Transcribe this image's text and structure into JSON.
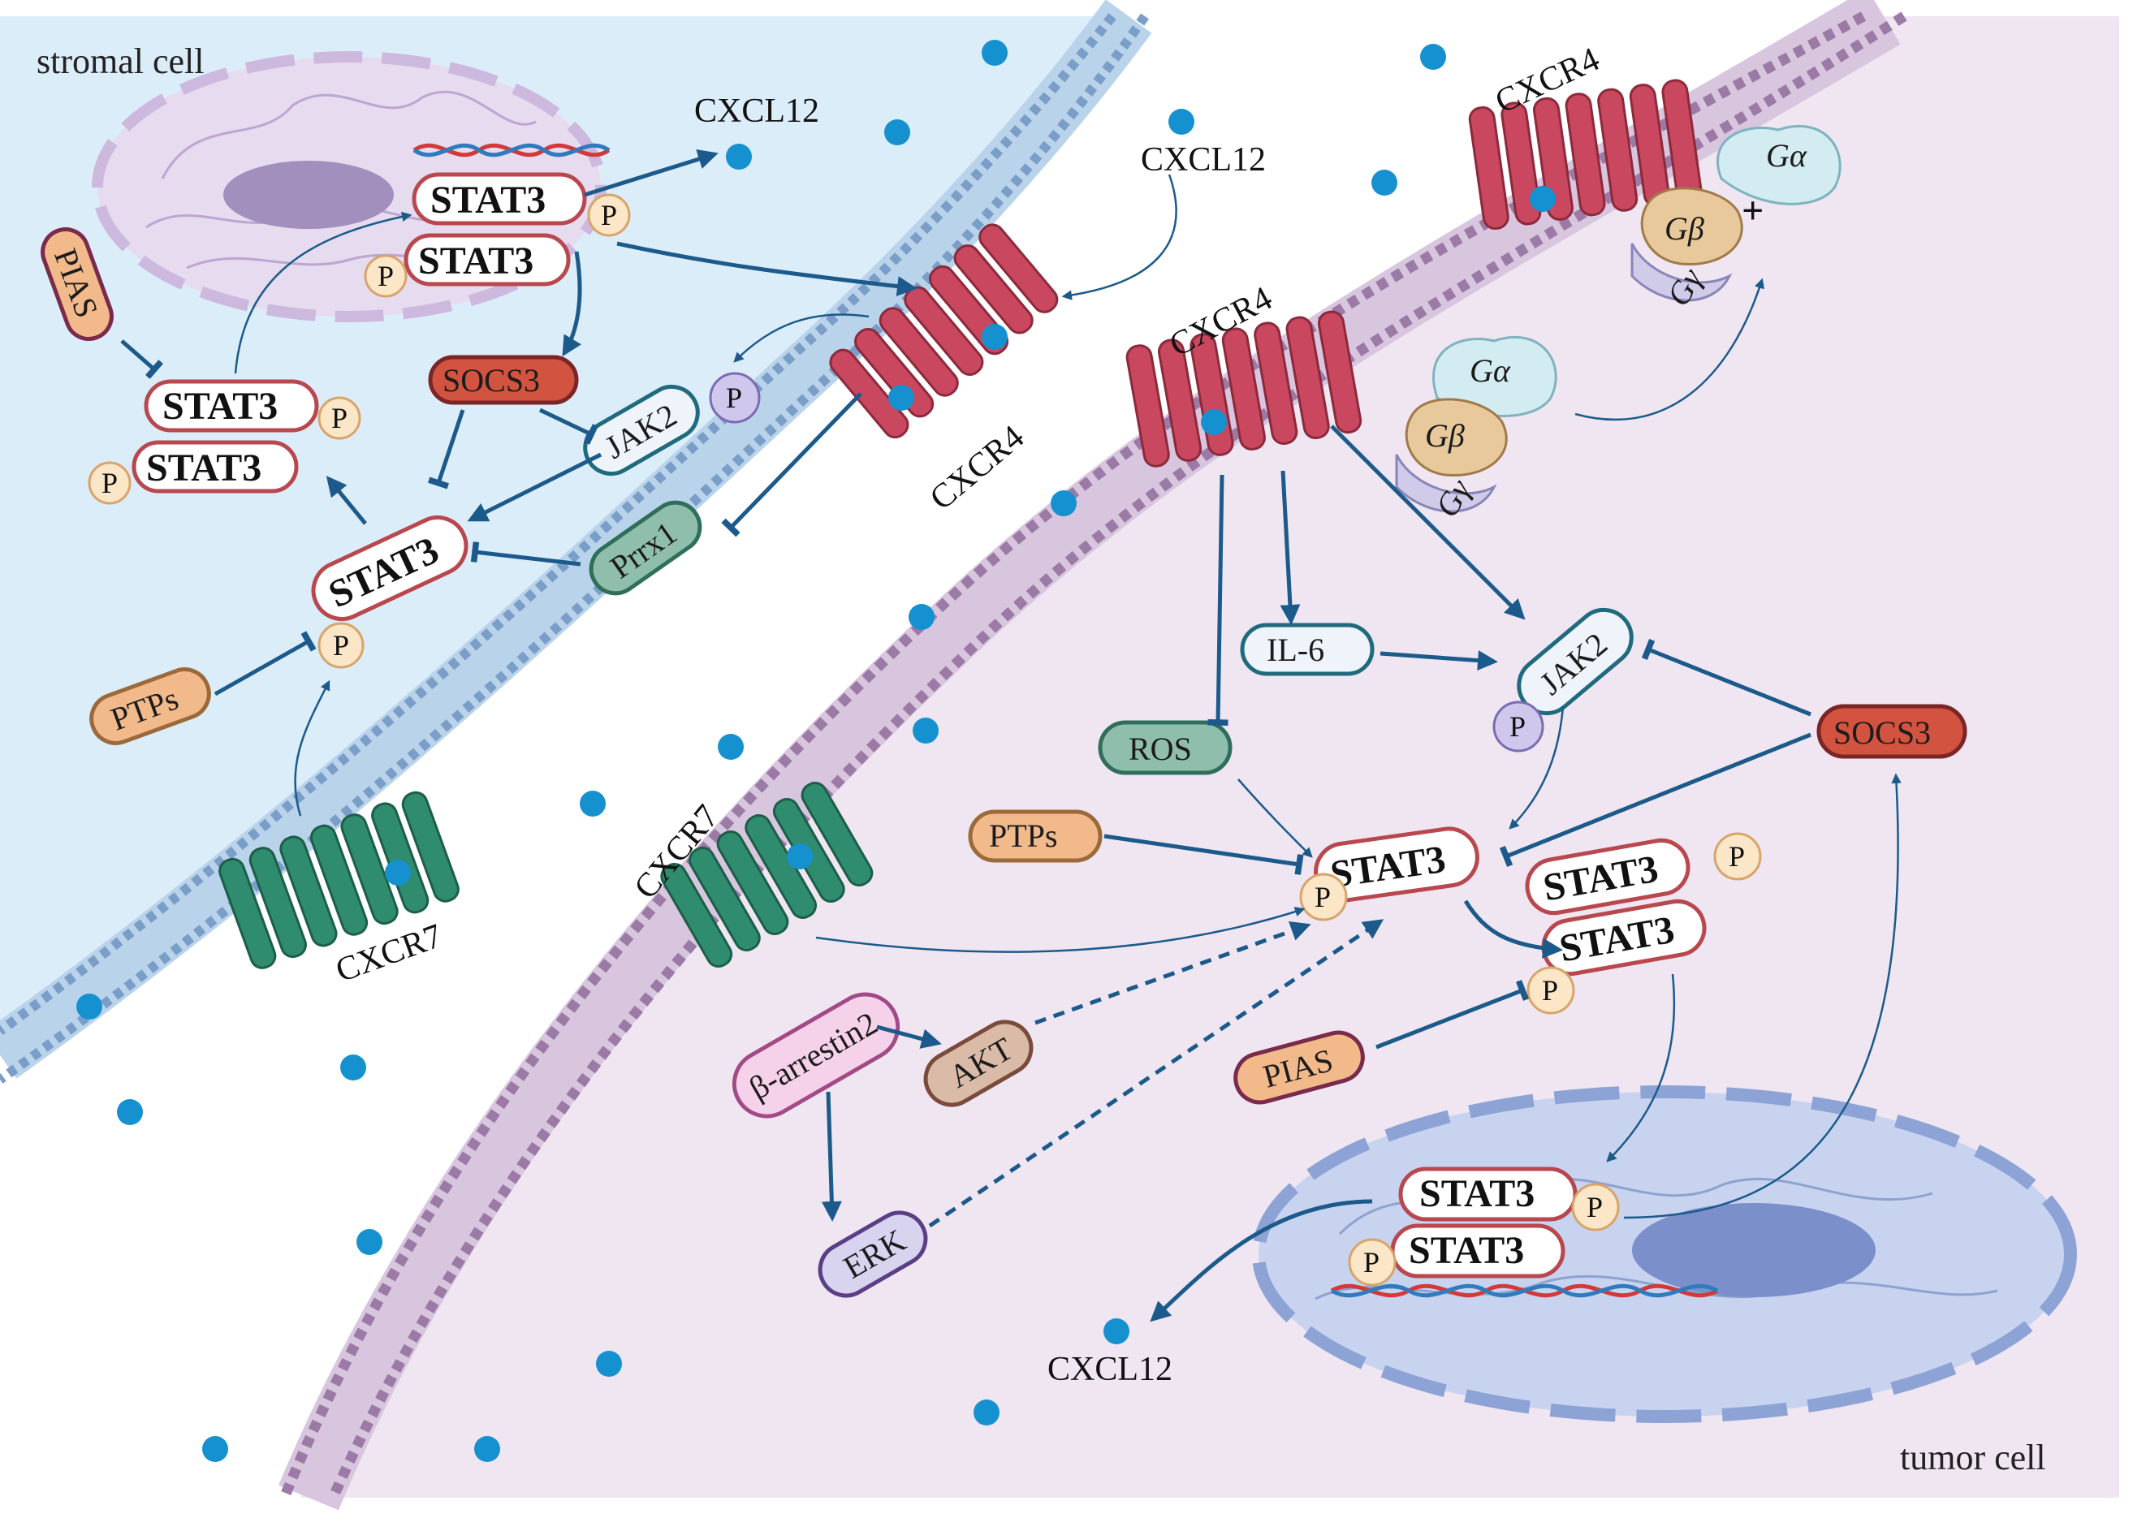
{
  "regions": {
    "stromal": "stromal cell",
    "tumor": "tumor cell"
  },
  "ligand": "CXCL12",
  "receptors": {
    "cxcr4": "CXCR4",
    "cxcr7": "CXCR7"
  },
  "g_protein": {
    "alpha": "Gα",
    "beta": "Gβ",
    "gamma": "Gγ",
    "plus": "+"
  },
  "phospho": "P",
  "stromal": {
    "pias": "PIAS",
    "socs3": "SOCS3",
    "jak2": "JAK2",
    "stat3": "STAT3",
    "prrx1": "Prrx1",
    "ptps": "PTPs"
  },
  "tumor": {
    "il6": "IL-6",
    "jak2": "JAK2",
    "ros": "ROS",
    "ptps": "PTPs",
    "stat3": "STAT3",
    "socs3": "SOCS3",
    "pias": "PIAS",
    "barrestin": "β-arrestin2",
    "akt": "AKT",
    "erk": "ERK"
  },
  "colors": {
    "stromal_bg": "#dcedfa",
    "tumor_bg": "#efe6f2",
    "stat3_border": "#b8474e",
    "receptor_cxcr4": "#c9475f",
    "receptor_cxcr7": "#2f8c6e",
    "arrow": "#1b5a8a",
    "ligand_dot": "#1691d0"
  }
}
